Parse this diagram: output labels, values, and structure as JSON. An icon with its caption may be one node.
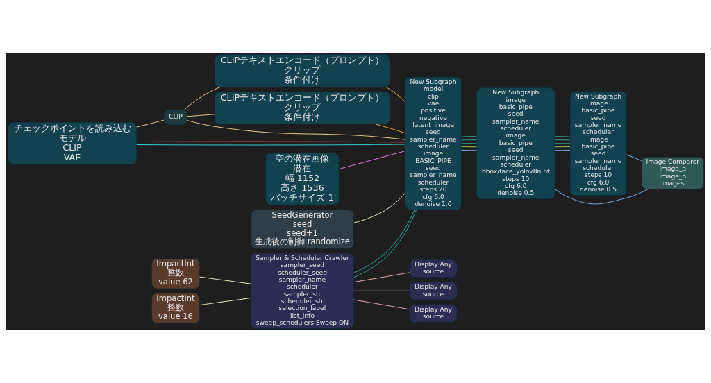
{
  "diagram": {
    "nodes": [
      {
        "text": [
          "チェックポイントを読み込む",
          "モデル",
          "CLIP",
          "VAE"
        ]
      },
      {
        "text": [
          "空の潜在画像",
          "潜在",
          "幅 1152",
          "高さ 1536",
          "バッチサイズ 1"
        ]
      },
      {
        "text": [
          "SeedGenerator",
          "seed",
          "seed+1",
          "生成後の制御 randomize"
        ]
      },
      {
        "text": [
          "CLIP"
        ]
      },
      {
        "text": [
          "CLIPテキストエンコード（プロンプト）",
          "クリップ",
          "条件付け"
        ]
      },
      {
        "text": [
          "CLIPテキストエンコード（プロンプト）",
          "クリップ",
          "条件付け"
        ]
      },
      {
        "text": [
          "New Subgraph",
          "model",
          "clip",
          "vae",
          "positive",
          "negative",
          "latent_image",
          "seed",
          "sampler_name",
          "scheduler",
          "image",
          "BASIC_PIPE",
          "seed",
          "sampler_name",
          "scheduler",
          "steps 20",
          "cfg 6.0",
          "denoise 1.0"
        ]
      },
      {
        "text": [
          "New Subgraph",
          "image",
          "basic_pipe",
          "seed",
          "sampler_name",
          "scheduler",
          "image",
          "basic_pipe",
          "seed",
          "sampler_name",
          "scheduler",
          "bbox/face_yolov8n.pt",
          "steps 10",
          "cfg 6.0",
          "denoise 0.5"
        ]
      },
      {
        "text": [
          "New Subgraph",
          "image",
          "basic_pipe",
          "seed",
          "sampler_name",
          "scheduler",
          "image",
          "basic_pipe",
          "seed",
          "sampler_name",
          "scheduler",
          "steps 10",
          "cfg 6.0",
          "denoise 0.5"
        ]
      },
      {
        "text": [
          "Image Comparer",
          "image_a",
          "image_b",
          "images"
        ]
      },
      {
        "text": [
          "ImpactInt",
          "整数",
          "value 62"
        ]
      },
      {
        "text": [
          "ImpactInt",
          "整数",
          "value 16"
        ]
      },
      {
        "text": [
          "Display Any",
          "source"
        ]
      },
      {
        "text": [
          "Display Any",
          "source"
        ]
      },
      {
        "text": [
          "Display Any",
          "source"
        ]
      },
      {
        "text": [
          "Sampler & Scheduler Crawler",
          "sampler_seed",
          "scheduler_seed",
          "sampler_name",
          "scheduler",
          "sampler_str",
          "scheduler_str",
          "selection_label",
          "list_info",
          "sweep_schedulers Sweep ON"
        ]
      }
    ],
    "edges": [
      {
        "from": 0,
        "to": 6,
        "arrow": "none",
        "color": "#33d6d6"
      },
      {
        "from": 0,
        "to": 3,
        "arrow": "none",
        "color": "#e8c88a"
      },
      {
        "from": 0,
        "to": 6,
        "arrow": "none",
        "color": "#c0504d"
      },
      {
        "from": 1,
        "to": 6,
        "arrow": "none",
        "color": "#e07ee0"
      },
      {
        "from": 2,
        "to": 6,
        "arrow": "none",
        "color": "#f0e8c8"
      },
      {
        "from": 3,
        "to": 4,
        "arrow": "none",
        "color": "#e8c88a"
      },
      {
        "from": 3,
        "to": 5,
        "arrow": "none",
        "color": "#e8c88a"
      },
      {
        "from": 3,
        "to": 6,
        "arrow": "none",
        "color": "#e8c88a"
      },
      {
        "from": 4,
        "to": 6,
        "arrow": "none",
        "color": "#f0a030"
      },
      {
        "from": 5,
        "to": 6,
        "arrow": "none",
        "color": "#f0a030"
      },
      {
        "from": 15,
        "to": 6,
        "arrow": "none",
        "color": "#2aa89a"
      },
      {
        "from": 15,
        "to": 6,
        "arrow": "none",
        "color": "#2aa89a"
      },
      {
        "from": 6,
        "to": 7,
        "arrow": "none",
        "color": "#7aaee8"
      },
      {
        "from": 6,
        "to": 7,
        "arrow": "none",
        "color": "#8ecf5a"
      },
      {
        "from": 6,
        "to": 7,
        "arrow": "none",
        "color": "#2aa89a"
      },
      {
        "from": 6,
        "to": 7,
        "arrow": "none",
        "color": "#2aa89a"
      },
      {
        "from": 6,
        "to": 7,
        "arrow": "none",
        "color": "#2aa89a"
      },
      {
        "from": 7,
        "to": 8,
        "arrow": "none",
        "color": "#7aaee8"
      },
      {
        "from": 7,
        "to": 8,
        "arrow": "none",
        "color": "#8ecf5a"
      },
      {
        "from": 7,
        "to": 8,
        "arrow": "none",
        "color": "#2aa89a"
      },
      {
        "from": 7,
        "to": 8,
        "arrow": "none",
        "color": "#2aa89a"
      },
      {
        "from": 7,
        "to": 8,
        "arrow": "none",
        "color": "#2aa89a"
      },
      {
        "from": 7,
        "to": 9,
        "arrow": "none",
        "color": "#7aaee8"
      },
      {
        "from": 8,
        "to": 9,
        "arrow": "none",
        "color": "#7aaee8"
      },
      {
        "from": 10,
        "to": 15,
        "arrow": "none",
        "color": "#f0e8c8"
      },
      {
        "from": 11,
        "to": 15,
        "arrow": "none",
        "color": "#f0e8c8"
      },
      {
        "from": 15,
        "to": 12,
        "arrow": "none",
        "color": "#e8b0b0"
      },
      {
        "from": 15,
        "to": 13,
        "arrow": "none",
        "color": "#e8b0b0"
      },
      {
        "from": 15,
        "to": 14,
        "arrow": "none",
        "color": "#e8b0b0"
      }
    ]
  }
}
